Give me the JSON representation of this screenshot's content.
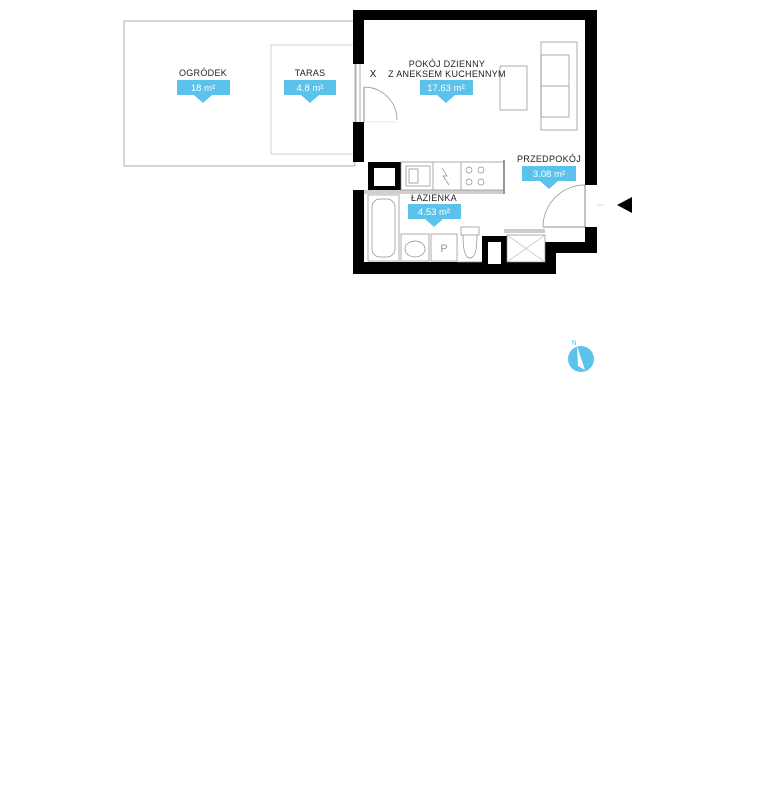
{
  "rooms": [
    {
      "id": "garden",
      "name": "OGRÓDEK",
      "area": "18 m²"
    },
    {
      "id": "terrace",
      "name": "TARAS",
      "area": "4.8 m²"
    },
    {
      "id": "living",
      "name_line1": "POKÓJ DZIENNY",
      "name_line2": "Z ANEKSEM KUCHENNYM",
      "area": "17.63 m²"
    },
    {
      "id": "hall",
      "name": "PRZEDPOKÓJ",
      "area": "3.08 m²"
    },
    {
      "id": "bathroom",
      "name": "ŁAZIENKA",
      "area": "4.53 m²"
    }
  ],
  "markers": {
    "window_mark": "X",
    "bath_mark": "P"
  },
  "compass": {
    "label": "N",
    "color": "#5bc2ec"
  },
  "colors": {
    "area_badge": "#5bc2ec",
    "walls": "#000000",
    "outline": "#9a9a9a"
  }
}
